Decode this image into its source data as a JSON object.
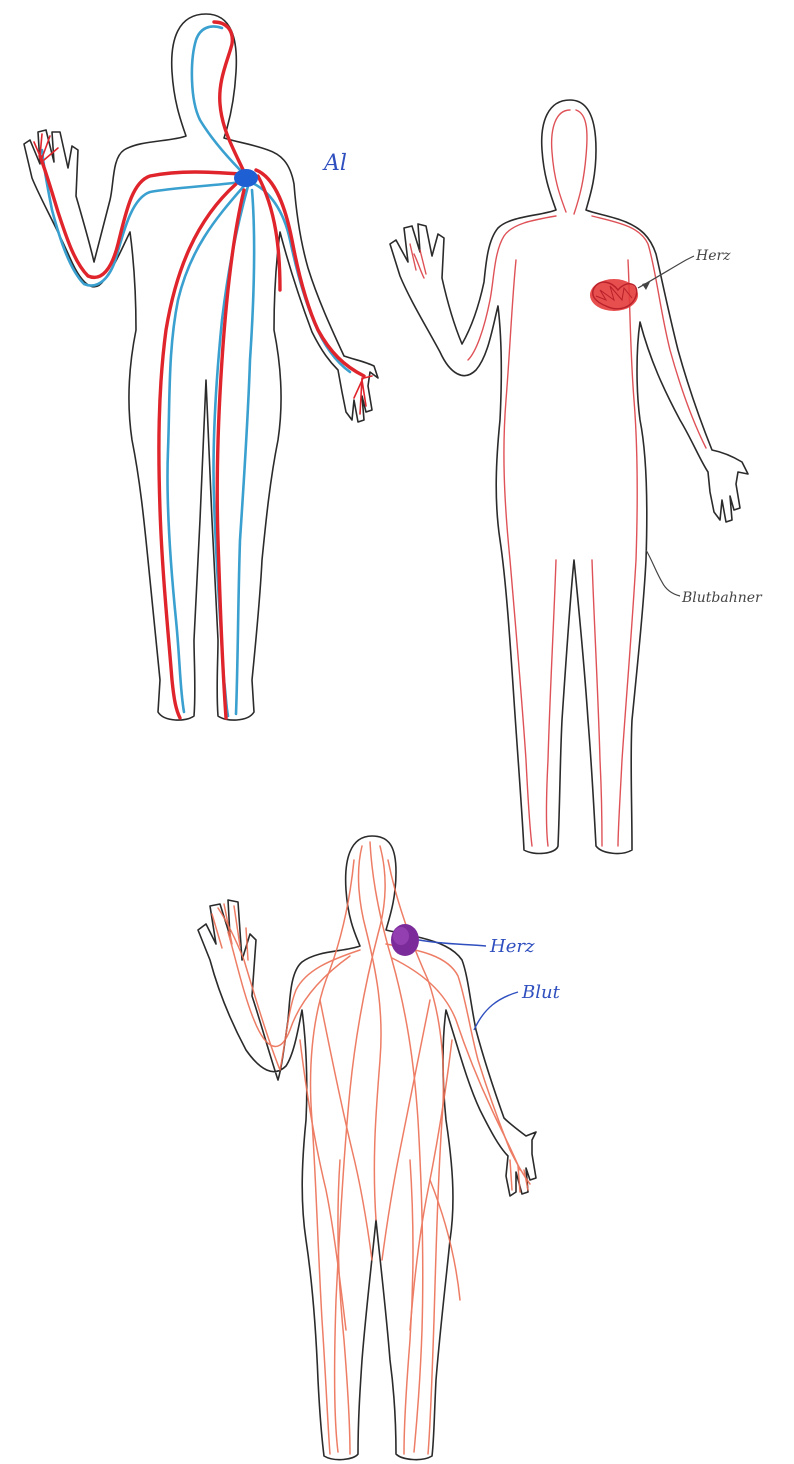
{
  "figures": {
    "figure_1": {
      "labels": [
        {
          "text": "Al"
        }
      ]
    },
    "figure_2": {
      "labels": [
        {
          "text": "Herz"
        },
        {
          "text": "Blutbahner"
        }
      ]
    },
    "figure_3": {
      "labels": [
        {
          "text": "Herz"
        },
        {
          "text": "Blut"
        }
      ]
    }
  },
  "colors": {
    "artery_red": "#e0242c",
    "vein_blue": "#3aa0cf",
    "heart_blue": "#1f5fd4",
    "label_blue": "#2f4fbf",
    "pencil_red": "#d9343a",
    "vessel_orange": "#ec6f55",
    "heart_purple": "#7b2c9a",
    "outline": "#2b2b2b",
    "label_gray": "#444444"
  }
}
